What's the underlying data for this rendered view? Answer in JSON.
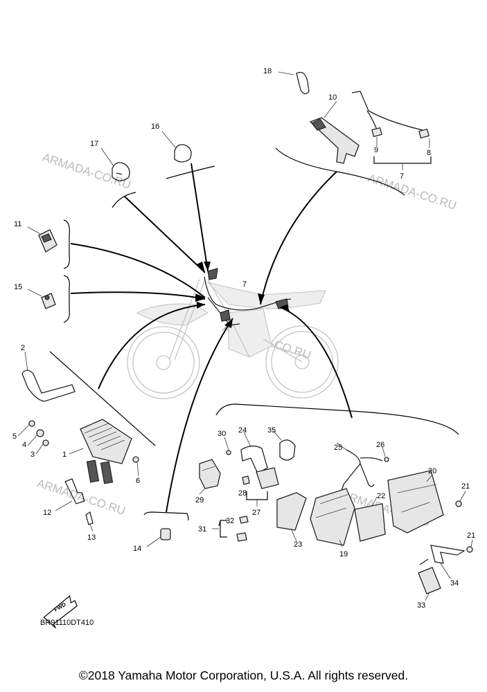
{
  "diagram": {
    "reference_code": "BR91110DT410",
    "fwd_label": "FWD",
    "watermark": "ARMADA-CO.RU",
    "copyright": "©2018 Yamaha Motor Corporation, U.S.A. All rights reserved.",
    "callouts": [
      {
        "id": "1",
        "text": "1"
      },
      {
        "id": "2",
        "text": "2"
      },
      {
        "id": "3",
        "text": "3"
      },
      {
        "id": "4",
        "text": "4"
      },
      {
        "id": "5",
        "text": "5"
      },
      {
        "id": "6",
        "text": "6"
      },
      {
        "id": "7a",
        "text": "7"
      },
      {
        "id": "7b",
        "text": "7"
      },
      {
        "id": "8",
        "text": "8"
      },
      {
        "id": "9",
        "text": "9"
      },
      {
        "id": "10",
        "text": "10"
      },
      {
        "id": "11",
        "text": "11"
      },
      {
        "id": "12",
        "text": "12"
      },
      {
        "id": "13",
        "text": "13"
      },
      {
        "id": "14",
        "text": "14"
      },
      {
        "id": "15",
        "text": "15"
      },
      {
        "id": "16",
        "text": "16"
      },
      {
        "id": "17",
        "text": "17"
      },
      {
        "id": "18",
        "text": "18"
      },
      {
        "id": "19",
        "text": "19"
      },
      {
        "id": "20",
        "text": "20"
      },
      {
        "id": "21a",
        "text": "21"
      },
      {
        "id": "21b",
        "text": "21"
      },
      {
        "id": "22",
        "text": "22"
      },
      {
        "id": "23",
        "text": "23"
      },
      {
        "id": "24",
        "text": "24"
      },
      {
        "id": "25",
        "text": "25"
      },
      {
        "id": "26",
        "text": "26"
      },
      {
        "id": "27",
        "text": "27"
      },
      {
        "id": "28",
        "text": "28"
      },
      {
        "id": "29",
        "text": "29"
      },
      {
        "id": "30",
        "text": "30"
      },
      {
        "id": "31",
        "text": "31"
      },
      {
        "id": "32",
        "text": "32"
      },
      {
        "id": "33",
        "text": "33"
      },
      {
        "id": "34",
        "text": "34"
      },
      {
        "id": "35",
        "text": "35"
      }
    ]
  }
}
